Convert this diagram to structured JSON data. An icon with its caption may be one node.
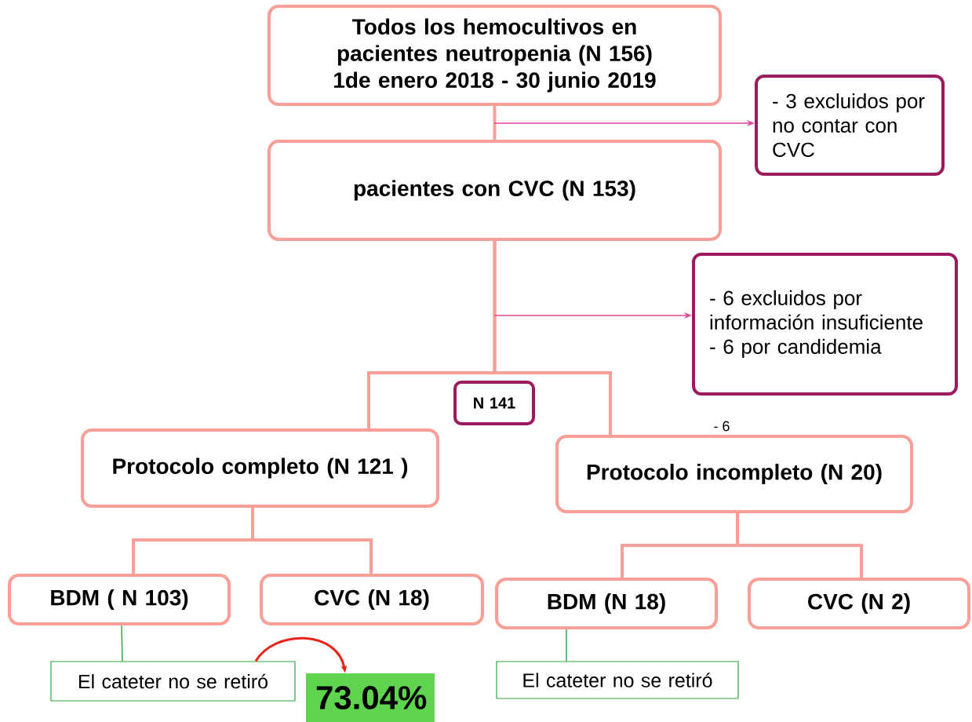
{
  "diagram": {
    "nodes": [
      {
        "text": [
          "Todos los hemocultivos en pacientes neutropenia (N 156)",
          "1de enero 2018 - 30 junio 2019"
        ]
      },
      {
        "text": [
          "- 3 excluidos por no contar con CVC"
        ]
      },
      {
        "text": [
          "pacientes con CVC (N 153)"
        ]
      },
      {
        "text": [
          "- 6 excluidos por información insuficiente",
          "- 6 por candidemia"
        ]
      },
      {
        "text": [
          "N 141"
        ]
      },
      {
        "text": [
          "Protocolo completo (N 121 )"
        ]
      },
      {
        "text": [
          "Protocolo incompleto (N 20)"
        ]
      },
      {
        "text": [
          "BDM ( N 103)"
        ]
      },
      {
        "text": [
          "CVC (N 18)"
        ]
      },
      {
        "text": [
          "BDM (N 18)"
        ]
      },
      {
        "text": [
          "CVC (N 2)"
        ]
      },
      {
        "text": [
          "El cateter no se retiró"
        ]
      },
      {
        "text": [
          "73.04%"
        ]
      },
      {
        "text": [
          "El cateter no se retiró"
        ]
      }
    ],
    "edges": [
      {
        "from": 0,
        "to": 2,
        "arrow": "none"
      },
      {
        "from": null,
        "to": 1,
        "arrow": "to",
        "color": "#e0479e"
      },
      {
        "from": 2,
        "to": 5,
        "arrow": "none"
      },
      {
        "from": 2,
        "to": 6,
        "arrow": "none"
      },
      {
        "from": null,
        "to": 3,
        "arrow": "to",
        "color": "#e0479e"
      },
      {
        "from": 5,
        "to": 7,
        "arrow": "none"
      },
      {
        "from": 5,
        "to": 8,
        "arrow": "none"
      },
      {
        "from": 6,
        "to": 9,
        "arrow": "none"
      },
      {
        "from": 6,
        "to": 10,
        "arrow": "none"
      },
      {
        "from": 7,
        "to": 11,
        "arrow": "none",
        "color": "#2e9e3e"
      },
      {
        "from": 9,
        "to": 13,
        "arrow": "none",
        "color": "#2e9e3e"
      },
      {
        "from": 11,
        "to": 12,
        "arrow": "to",
        "color": "#e8231a"
      }
    ],
    "labels": [
      "- 6"
    ]
  }
}
